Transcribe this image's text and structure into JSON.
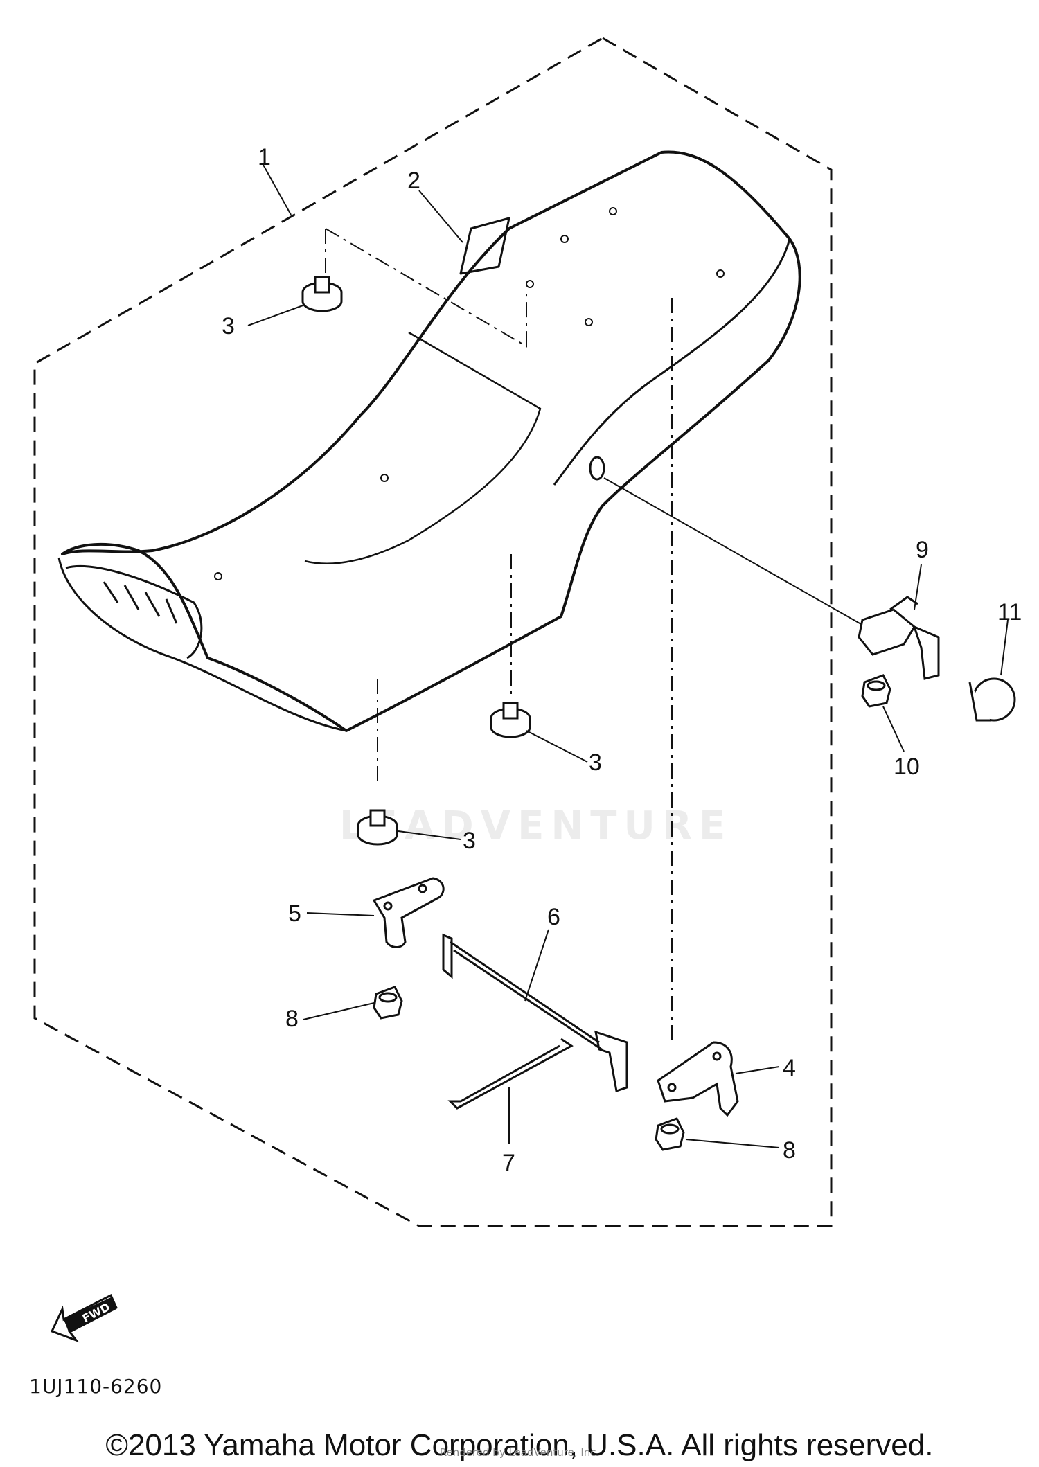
{
  "diagram": {
    "callouts": [
      {
        "id": "1",
        "text": "1"
      },
      {
        "id": "2",
        "text": "2"
      },
      {
        "id": "3a",
        "text": "3"
      },
      {
        "id": "3b",
        "text": "3"
      },
      {
        "id": "3c",
        "text": "3"
      },
      {
        "id": "4",
        "text": "4"
      },
      {
        "id": "5",
        "text": "5"
      },
      {
        "id": "6",
        "text": "6"
      },
      {
        "id": "7",
        "text": "7"
      },
      {
        "id": "8a",
        "text": "8"
      },
      {
        "id": "8b",
        "text": "8"
      },
      {
        "id": "9",
        "text": "9"
      },
      {
        "id": "10",
        "text": "10"
      },
      {
        "id": "11",
        "text": "11"
      }
    ],
    "fwd_label": "FWD",
    "code": "1UJ110-6260"
  },
  "footer": {
    "copyright": "©2013 Yamaha Motor Corporation, U.S.A. All rights reserved.",
    "credit": "Rendered by LeadVenture, Inc."
  },
  "watermark": "LEADVENTURE"
}
